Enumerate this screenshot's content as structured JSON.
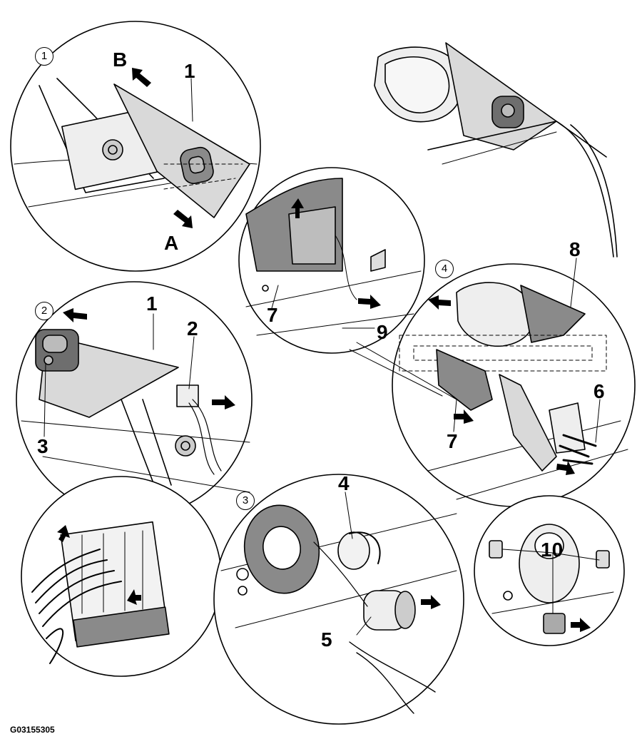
{
  "figure_code": "G03155305",
  "step_markers": [
    "1",
    "2",
    "3",
    "4"
  ],
  "callouts": {
    "part_1": "1",
    "part_2": "2",
    "part_3": "3",
    "part_4": "4",
    "part_5": "5",
    "part_6": "6",
    "part_7": "7",
    "part_8": "8",
    "part_9": "9",
    "part_10": "10",
    "direction_a": "A",
    "direction_b": "B"
  },
  "colors": {
    "line": "#000000",
    "fill_light": "#d9d9d9",
    "fill_dark": "#808080",
    "background": "#ffffff"
  }
}
